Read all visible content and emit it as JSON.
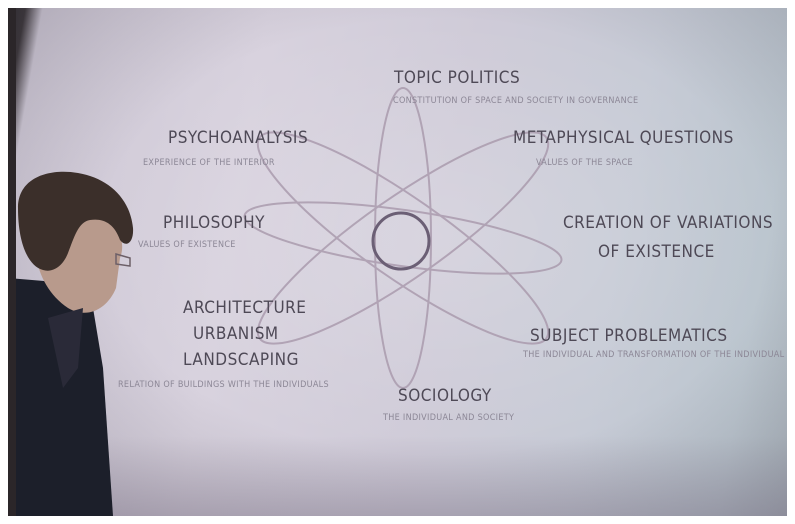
{
  "center": "",
  "labels": [
    {
      "id": "top",
      "title": "TOPIC POLITICS",
      "sub": "CONSTITUTION OF SPACE AND SOCIETY IN GOVERNANCE"
    },
    {
      "id": "upper-left",
      "title": "PSYCHOANALYSIS",
      "sub": "EXPERIENCE OF THE INTERIOR"
    },
    {
      "id": "upper-right",
      "title": "METAPHYSICAL QUESTIONS",
      "sub": "VALUES OF THE SPACE"
    },
    {
      "id": "left",
      "title": "PHILOSOPHY",
      "sub": "VALUES OF EXISTENCE"
    },
    {
      "id": "right-1",
      "title": "CREATION OF VARIATIONS",
      "sub": ""
    },
    {
      "id": "right-2",
      "title": "OF EXISTENCE",
      "sub": ""
    },
    {
      "id": "lower-left-1",
      "title": "ARCHITECTURE",
      "sub": ""
    },
    {
      "id": "lower-left-2",
      "title": "URBANISM",
      "sub": ""
    },
    {
      "id": "lower-left-3",
      "title": "LANDSCAPING",
      "sub": "RELATION OF BUILDINGS WITH THE INDIVIDUALS"
    },
    {
      "id": "lower-right",
      "title": "SUBJECT PROBLEMATICS",
      "sub": "THE INDIVIDUAL AND TRANSFORMATION OF THE INDIVIDUAL"
    },
    {
      "id": "bottom",
      "title": "SOCIOLOGY",
      "sub": "THE INDIVIDUAL AND SOCIETY"
    }
  ],
  "colors": {
    "wall": "#d6d0dc",
    "ink": "#4e4956",
    "orbit": "#a79aa9",
    "person_hair": "#3b2f2a",
    "person_jacket": "#1c1f2a"
  }
}
